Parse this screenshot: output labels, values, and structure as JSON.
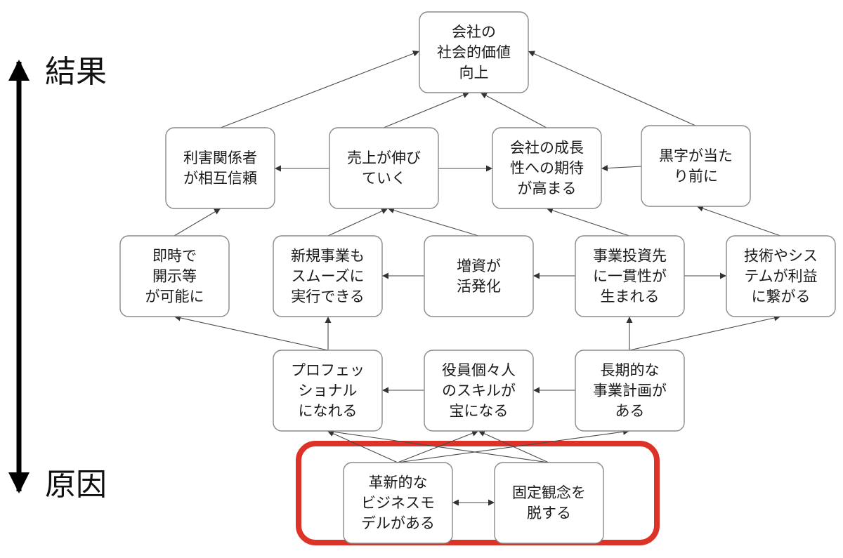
{
  "axis": {
    "top_label": "結果",
    "bottom_label": "原因"
  },
  "nodes": [
    {
      "id": "social_value",
      "lines": [
        "会社の",
        "社会的価値",
        "向上"
      ]
    },
    {
      "id": "mutual_trust",
      "lines": [
        "利害関係者",
        "が相互信頼"
      ]
    },
    {
      "id": "sales_growth",
      "lines": [
        "売上が伸び",
        "ていく"
      ]
    },
    {
      "id": "growth_expectation",
      "lines": [
        "会社の成長",
        "性への期待",
        "が高まる"
      ]
    },
    {
      "id": "profit_normal",
      "lines": [
        "黒字が当た",
        "り前に"
      ]
    },
    {
      "id": "instant_disclosure",
      "lines": [
        "即時で",
        "開示等",
        "が可能に"
      ]
    },
    {
      "id": "new_business",
      "lines": [
        "新規事業も",
        "スムーズに",
        "実行できる"
      ]
    },
    {
      "id": "capital_increase",
      "lines": [
        "増資が",
        "活発化"
      ]
    },
    {
      "id": "consistent_investment",
      "lines": [
        "事業投資先",
        "に一貫性が",
        "生まれる"
      ]
    },
    {
      "id": "tech_profit",
      "lines": [
        "技術やシス",
        "テムが利益",
        "に繋がる"
      ]
    },
    {
      "id": "professional",
      "lines": [
        "プロフェッ",
        "ショナル",
        "になれる"
      ]
    },
    {
      "id": "skills_treasure",
      "lines": [
        "役員個々人",
        "のスキルが",
        "宝になる"
      ]
    },
    {
      "id": "long_term_plan",
      "lines": [
        "長期的な",
        "事業計画が",
        "ある"
      ]
    },
    {
      "id": "innovative_model",
      "lines": [
        "革新的な",
        "ビジネスモ",
        "デルがある"
      ]
    },
    {
      "id": "break_stereotypes",
      "lines": [
        "固定観念を",
        "脱する"
      ]
    }
  ],
  "edges": [
    {
      "from": "mutual_trust",
      "to": "social_value"
    },
    {
      "from": "sales_growth",
      "to": "social_value"
    },
    {
      "from": "growth_expectation",
      "to": "social_value"
    },
    {
      "from": "profit_normal",
      "to": "social_value"
    },
    {
      "from": "sales_growth",
      "to": "mutual_trust"
    },
    {
      "from": "sales_growth",
      "to": "growth_expectation"
    },
    {
      "from": "profit_normal",
      "to": "growth_expectation"
    },
    {
      "from": "instant_disclosure",
      "to": "mutual_trust"
    },
    {
      "from": "new_business",
      "to": "sales_growth"
    },
    {
      "from": "capital_increase",
      "to": "sales_growth"
    },
    {
      "from": "consistent_investment",
      "to": "growth_expectation"
    },
    {
      "from": "tech_profit",
      "to": "profit_normal"
    },
    {
      "from": "capital_increase",
      "to": "new_business"
    },
    {
      "from": "consistent_investment",
      "to": "capital_increase"
    },
    {
      "from": "consistent_investment",
      "to": "tech_profit"
    },
    {
      "from": "professional",
      "to": "instant_disclosure"
    },
    {
      "from": "professional",
      "to": "new_business"
    },
    {
      "from": "skills_treasure",
      "to": "professional"
    },
    {
      "from": "long_term_plan",
      "to": "skills_treasure"
    },
    {
      "from": "long_term_plan",
      "to": "consistent_investment"
    },
    {
      "from": "long_term_plan",
      "to": "tech_profit"
    },
    {
      "from": "innovative_model",
      "to": "break_stereotypes",
      "bidirectional": true
    },
    {
      "from": "innovative_model",
      "to": "professional"
    },
    {
      "from": "innovative_model",
      "to": "skills_treasure"
    },
    {
      "from": "innovative_model",
      "to": "long_term_plan"
    },
    {
      "from": "break_stereotypes",
      "to": "professional"
    },
    {
      "from": "break_stereotypes",
      "to": "skills_treasure"
    }
  ],
  "colors": {
    "highlight": "#dd3228",
    "box_stroke": "#8a8a8a",
    "arrow": "#4a4a4a",
    "axis": "#000000"
  }
}
